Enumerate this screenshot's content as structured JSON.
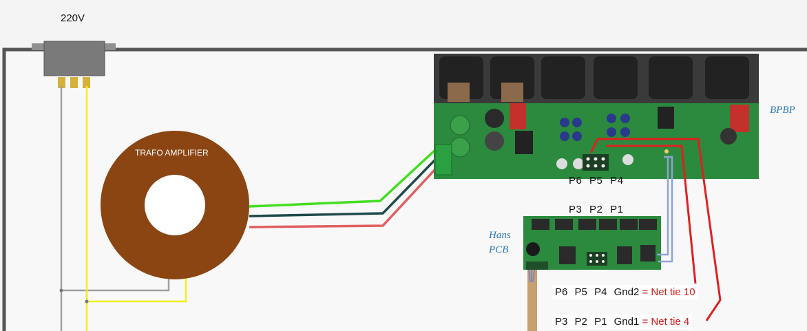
{
  "mains": {
    "voltage_label": "220V"
  },
  "transformer": {
    "label": "TRAFO AMPLIFIER"
  },
  "boards": {
    "bpbp_label": "BPBP",
    "hans_label_line1": "Hans",
    "hans_label_line2": "PCB"
  },
  "bpbp_header_pins": [
    "P6",
    "P5",
    "P4"
  ],
  "hans_header_pins": [
    "P3",
    "P2",
    "P1"
  ],
  "net_ties": [
    {
      "pins": [
        "P6",
        "P5",
        "P4",
        "Gnd2"
      ],
      "eq": "=",
      "net": "Net tie 10"
    },
    {
      "pins": [
        "P3",
        "P2",
        "P1",
        "Gnd1"
      ],
      "eq": "=",
      "net": "Net tie 4"
    }
  ],
  "colors": {
    "chassis": "#555555",
    "transformer": "#8b4513",
    "pcb": "#2b8a3e",
    "wire_green": "#44dd22",
    "wire_black": "#1f4a4a",
    "wire_red": "#e06060",
    "wire_net": "#e02020",
    "wire_blue": "#8fa3d6",
    "wire_yellow": "#f0f020",
    "wire_grey": "#a0a0a0",
    "label_blue": "#2a7ab8"
  }
}
